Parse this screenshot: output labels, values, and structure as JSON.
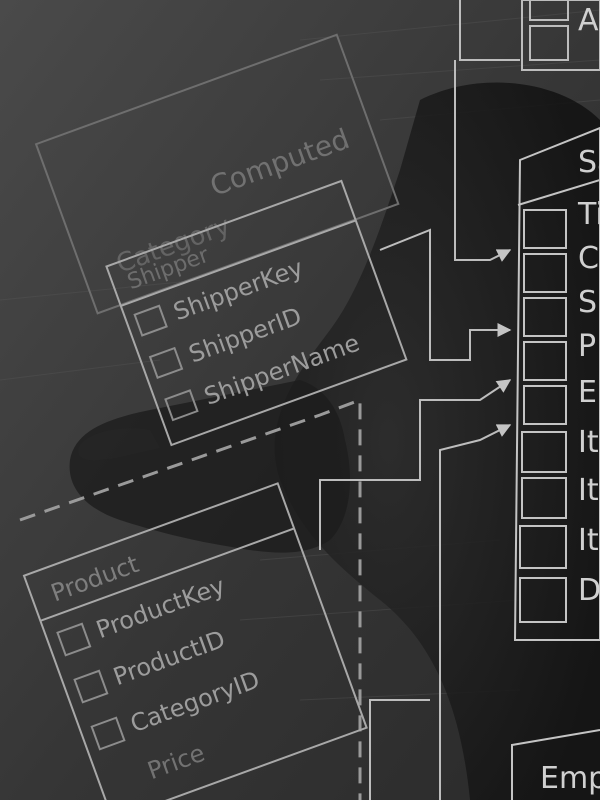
{
  "image": {
    "colors": {
      "background": "#3b3b3b",
      "panel_line": "#bdbdbd",
      "faint_text": "#8f8f8f",
      "bright_text": "#d6d6d6",
      "dark_shape": "#1f1f1f"
    },
    "top_right_table": {
      "partial_row": "A"
    },
    "background_table": {
      "lines": [
        "Computed",
        "Category"
      ]
    },
    "shipper_table": {
      "title": "Shipper",
      "fields": [
        "ShipperKey",
        "ShipperID",
        "ShipperName"
      ]
    },
    "product_table": {
      "title": "Product",
      "fields": [
        "ProductKey",
        "ProductID",
        "CategoryID",
        "Price"
      ]
    },
    "sales_table": {
      "title": "Sa",
      "rows": [
        "Ti",
        "C",
        "S",
        "P",
        "E",
        "It",
        "It",
        "It",
        "D"
      ]
    },
    "employee_table": {
      "title": "Emp"
    },
    "icons": [
      "arrow-right-icon",
      "checkbox-icon"
    ]
  }
}
